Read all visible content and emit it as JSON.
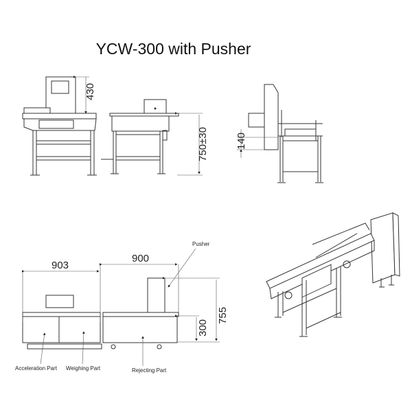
{
  "title": "YCW-300 with Pusher",
  "front_view": {
    "dim_height_display": "430",
    "dim_conveyor_height": "750±30"
  },
  "side_view": {
    "dim_pusher_height": "140"
  },
  "top_view": {
    "dim_weigher_length": "903",
    "dim_rejector_length": "900",
    "dim_overall_width": "755",
    "dim_belt_width": "300",
    "labels": {
      "pusher": "Pusher",
      "acceleration": "Acceleration Part",
      "weighing": "Weighing Part",
      "rejecting": "Rejecting Part"
    }
  }
}
